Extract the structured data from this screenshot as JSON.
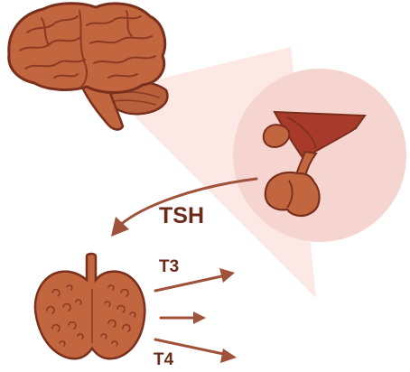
{
  "labels": {
    "tsh": "TSH",
    "t3": "T3",
    "t4": "T4"
  },
  "colors": {
    "organ_fill": "#c2663f",
    "organ_outline": "#7a2f1d",
    "organ_detail": "#8e3a22",
    "zoom_circle": "#f6d5d0",
    "zoom_cone": "#fbe5e2",
    "arrow": "#a0513a",
    "stalk": "#b23a2a",
    "label": "#6b2a1a"
  }
}
